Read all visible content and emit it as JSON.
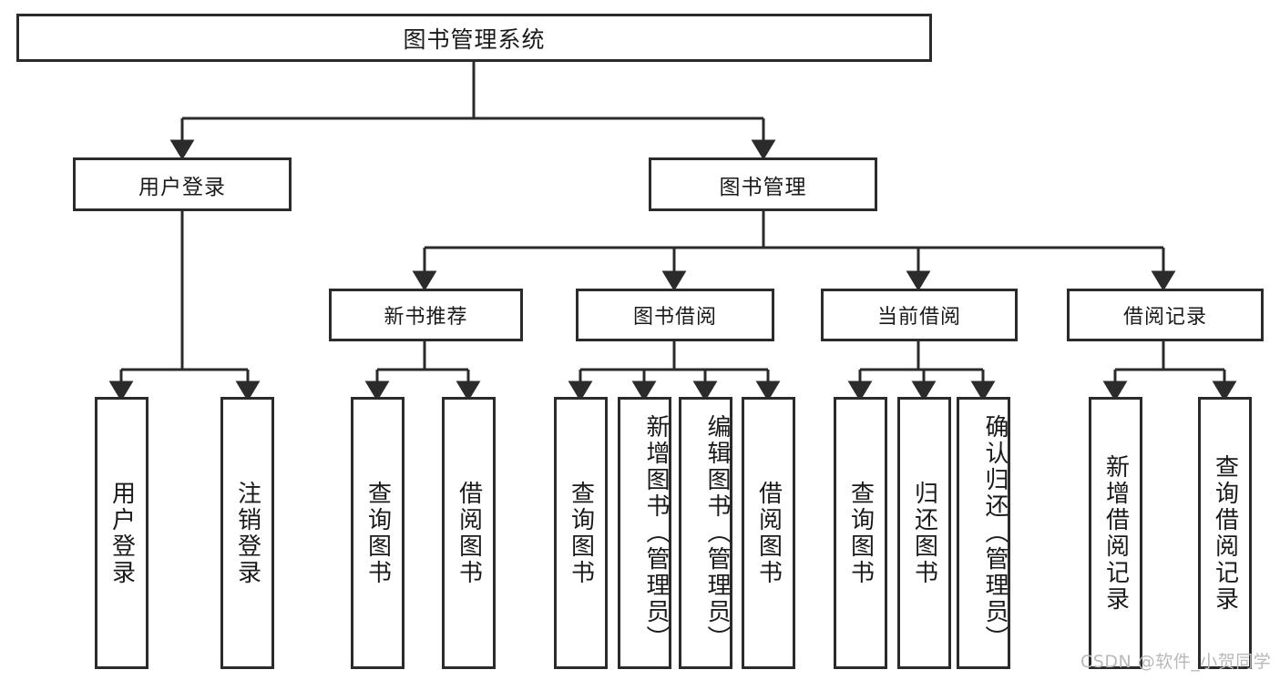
{
  "diagram": {
    "title": "图书管理系统",
    "type": "hierarchy-tree",
    "root": {
      "label": "图书管理系统"
    },
    "level2": [
      {
        "label": "用户登录"
      },
      {
        "label": "图书管理"
      }
    ],
    "level3": [
      {
        "label": "新书推荐"
      },
      {
        "label": "图书借阅"
      },
      {
        "label": "当前借阅"
      },
      {
        "label": "借阅记录"
      }
    ],
    "leaves": {
      "user_login": [
        {
          "label": "用户登录"
        },
        {
          "label": "注销登录"
        }
      ],
      "new_book_recommend": [
        {
          "label": "查询图书"
        },
        {
          "label": "借阅图书"
        }
      ],
      "book_borrow": [
        {
          "label": "查询图书"
        },
        {
          "label": "新增图书（管理员）"
        },
        {
          "label": "编辑图书（管理员）"
        },
        {
          "label": "借阅图书"
        }
      ],
      "current_borrow": [
        {
          "label": "查询图书"
        },
        {
          "label": "归还图书"
        },
        {
          "label": "确认归还（管理员）"
        }
      ],
      "borrow_record": [
        {
          "label": "新增借阅记录"
        },
        {
          "label": "查询借阅记录"
        }
      ]
    }
  },
  "watermark": {
    "text": "CSDN @软件_小贺同学"
  },
  "colors": {
    "border": "#2b2b2b",
    "fill": "#ffffff",
    "text": "#1a1a1a",
    "watermark": "#b9b9b9"
  }
}
